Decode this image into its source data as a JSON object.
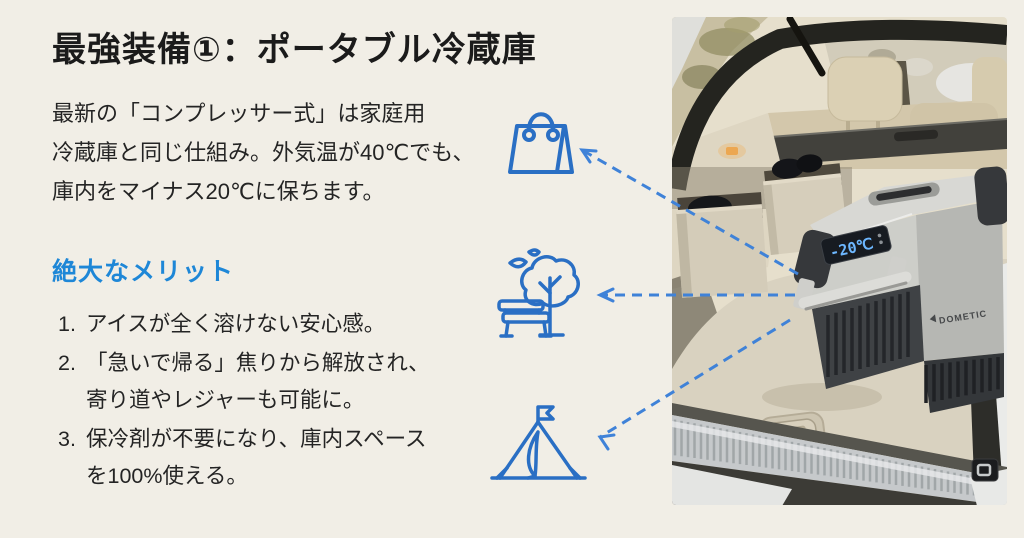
{
  "title": "最強装備①：ポータブル冷蔵庫",
  "intro": {
    "lines": [
      "最新の「コンプレッサー式」は家庭用",
      "冷蔵庫と同じ仕組み。外気温が40℃でも、",
      "庫内をマイナス20℃に保ちます。"
    ]
  },
  "merits": {
    "heading": "絶大なメリット",
    "items": [
      {
        "num": "1.",
        "line1": "アイスが全く溶けない安心感。",
        "line2": ""
      },
      {
        "num": "2.",
        "line1": "「急いで帰る」焦りから解放され、",
        "line2": "寄り道やレジャーも可能に。"
      },
      {
        "num": "3.",
        "line1": "保冷剤が不要になり、庫内スペース",
        "line2": "を100%使える。"
      }
    ]
  },
  "icons": {
    "shopping_bag": "shopping-bag-icon",
    "park_bench_tree": "park-bench-tree-icon",
    "camping_tent": "camping-tent-icon"
  },
  "photo": {
    "subject": "car-trunk-with-portable-fridge",
    "fridge_display": "-20℃",
    "fridge_brand": "DOMETIC"
  },
  "colors": {
    "background": "#f1eee6",
    "heading_blue": "#1e87d7",
    "icon_blue": "#2a6fc4",
    "arrow_blue": "#3f82d8",
    "display_blue": "#6db7ff",
    "text_dark": "#1f1f1f"
  }
}
